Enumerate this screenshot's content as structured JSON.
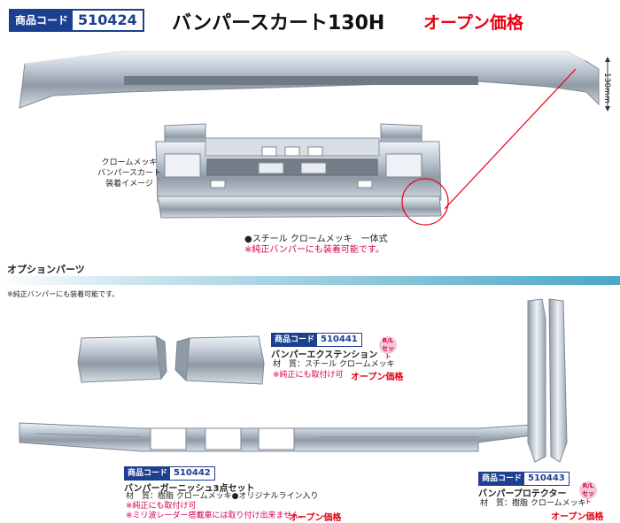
{
  "header": {
    "code_label": "商品コード",
    "code_number": "510424",
    "title": "バンパースカート130H",
    "price": "オープン価格"
  },
  "dimension_label": "130mm",
  "main_caption": [
    "クロームメッキ",
    "バンパースカート",
    "装着イメージ"
  ],
  "main_spec": "●スチール クロームメッキ　一体式",
  "main_note": "※純正バンパーにも装着可能です。",
  "options": {
    "heading": "オプションパーツ",
    "note": "※純正バンパーにも装着可能です。"
  },
  "extension": {
    "code_label": "商品コード",
    "code_number": "510441",
    "name": "バンパーエクステンション",
    "material": "材　質：スチール クロームメッキ",
    "note": "※純正にも取付け可",
    "price": "オープン価格",
    "badge": [
      "R/L",
      "セット"
    ]
  },
  "garnish": {
    "code_label": "商品コード",
    "code_number": "510442",
    "name": "バンパーガーニッシュ3点セット",
    "material": "材　質：樹脂 クロームメッキ●オリジナルライン入り",
    "note1": "※純正にも取付け可",
    "note2": "※ミリ波レーダー搭載車には取り付け出来ません。",
    "price": "オープン価格"
  },
  "protector": {
    "code_label": "商品コード",
    "code_number": "510443",
    "name": "バンパープロテクター",
    "material": "材　質：樹脂 クロームメッキ",
    "price": "オープン価格",
    "badge": [
      "R/L",
      "セット"
    ]
  }
}
